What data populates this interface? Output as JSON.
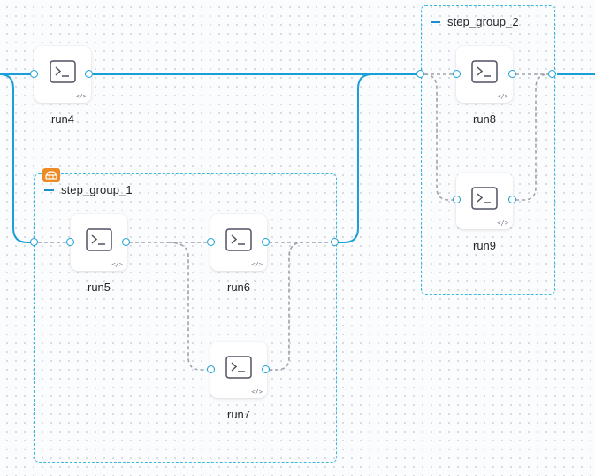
{
  "colors": {
    "active_edge": "#1aa0d8",
    "inactive_edge": "#9ea3ae",
    "group_border": "#3db8dd",
    "badge": "#ee8a26"
  },
  "icons": {
    "step": "terminal-icon",
    "code": "code-icon",
    "badge": "parallel-badge-icon",
    "collapse": "collapse-minus-icon"
  },
  "groups": {
    "step_group_1": {
      "name": "step_group_1"
    },
    "step_group_2": {
      "name": "step_group_2"
    }
  },
  "nodes": {
    "run4": {
      "label": "run4"
    },
    "run5": {
      "label": "run5"
    },
    "run6": {
      "label": "run6"
    },
    "run7": {
      "label": "run7"
    },
    "run8": {
      "label": "run8"
    },
    "run9": {
      "label": "run9"
    }
  }
}
